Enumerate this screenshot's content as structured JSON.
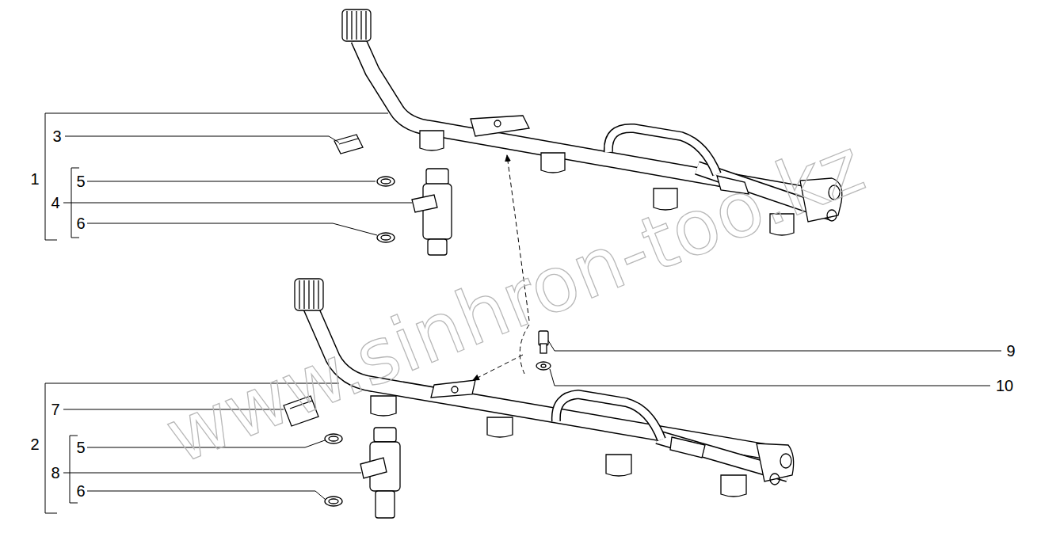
{
  "diagram": {
    "labels": [
      "1",
      "3",
      "4",
      "5",
      "6",
      "9",
      "10",
      "2",
      "7",
      "8",
      "5",
      "6",
      "www.sinhron-too.kz"
    ]
  }
}
